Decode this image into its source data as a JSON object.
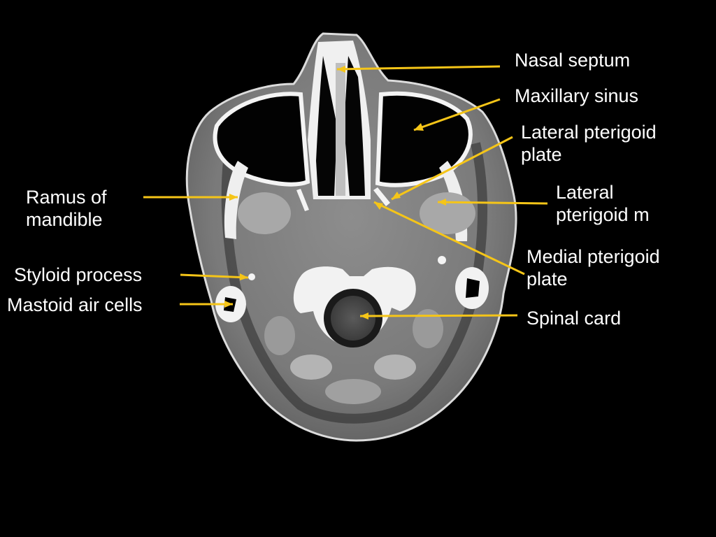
{
  "colors": {
    "background": "#000000",
    "label_text": "#ffffff",
    "leader_line": "#f5c518",
    "bone": "#f4f4f4",
    "soft_tissue": "#8a8a8a",
    "air": "#000000"
  },
  "image": {
    "icon": "axial-ct-head-scan"
  },
  "labels": {
    "nasal_septum": "Nasal septum",
    "maxillary_sinus": "Maxillary sinus",
    "lateral_pterigoid_plate": "Lateral pterigoid\nplate",
    "lateral_pterigoid_m": "Lateral\npterigoid m",
    "medial_pterigoid_plate": "Medial pterigoid\nplate",
    "spinal_card": "Spinal card",
    "ramus_of_mandible": "Ramus of\nmandible",
    "styloid_process": "Styloid process",
    "mastoid_air_cells": "Mastoid air cells"
  }
}
